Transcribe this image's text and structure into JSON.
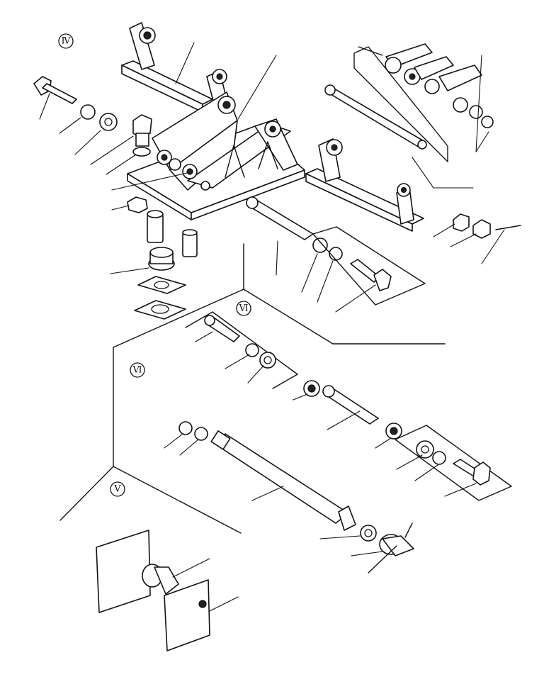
{
  "section_labels": {
    "top": "Ⅳ",
    "middle_a": "Ⅵ",
    "middle_b": "Ⅵ",
    "bottom": "Ⅴ"
  },
  "colors": {
    "ink": "#111111",
    "paper": "#ffffff",
    "shade": "#cfcfcf"
  }
}
